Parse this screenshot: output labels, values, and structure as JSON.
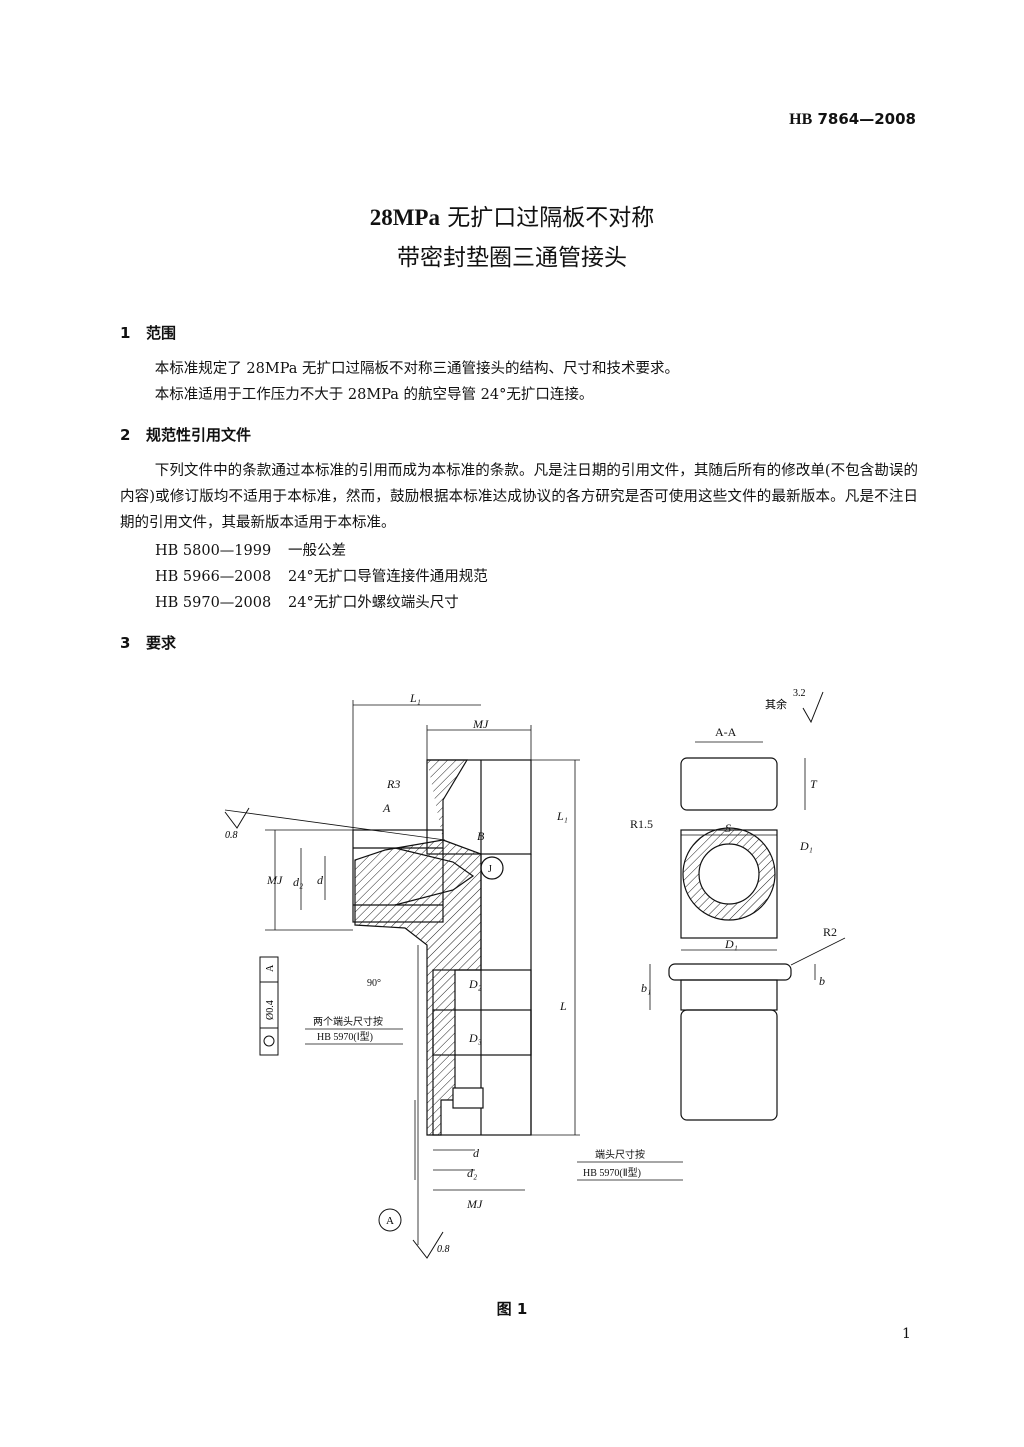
{
  "header": {
    "std_prefix": "HB",
    "std_number": "7864—2008"
  },
  "title": {
    "line1_bold": "28MPa",
    "line1_rest": " 无扩口过隔板不对称",
    "line2": "带密封垫圈三通管接头"
  },
  "sections": [
    {
      "num": "1",
      "title": "范围",
      "paragraphs": [
        "本标准规定了 28MPa 无扩口过隔板不对称三通管接头的结构、尺寸和技术要求。",
        "本标准适用于工作压力不大于 28MPa 的航空导管 24°无扩口连接。"
      ]
    },
    {
      "num": "2",
      "title": "规范性引用文件",
      "paragraphs": [
        "下列文件中的条款通过本标准的引用而成为本标准的条款。凡是注日期的引用文件，其随后所有的修改单(不包含勘误的内容)或修订版均不适用于本标准，然而，鼓励根据本标准达成协议的各方研究是否可使用这些文件的最新版本。凡是不注日期的引用文件，其最新版本适用于本标准。"
      ],
      "references": [
        {
          "code": "HB 5800—1999",
          "name": "一般公差"
        },
        {
          "code": "HB 5966—2008",
          "name": "24°无扩口导管连接件通用规范"
        },
        {
          "code": "HB 5970—2008",
          "name": "24°无扩口外螺纹端头尺寸"
        }
      ]
    },
    {
      "num": "3",
      "title": "要求"
    }
  ],
  "figure": {
    "caption": "图 1",
    "roughness_note_label": "其余",
    "roughness_note_value": "3.2",
    "roughness_fine": "0.8",
    "labels": {
      "L1": "L₁",
      "MJ": "MJ",
      "R3": "R3",
      "A": "A",
      "B": "B",
      "J": "J",
      "d2": "d₂",
      "d": "d",
      "D2": "D₂",
      "D3": "D₃",
      "L": "L",
      "angle_90": "90°",
      "section": "A-A",
      "T": "T",
      "R15": "R1.5",
      "S": "S",
      "D1": "D₁",
      "R2": "R2",
      "b1": "b₁",
      "b": "b",
      "datum_A": "A",
      "tolerance_value": "Ø0.4",
      "tolerance_datum": "A"
    },
    "note_two_ends_line1": "两个端头尺寸按",
    "note_two_ends_line2": "HB 5970(Ⅰ型)",
    "note_end_line1": "端头尺寸按",
    "note_end_line2": "HB 5970(Ⅱ型)"
  },
  "page_number": "1"
}
